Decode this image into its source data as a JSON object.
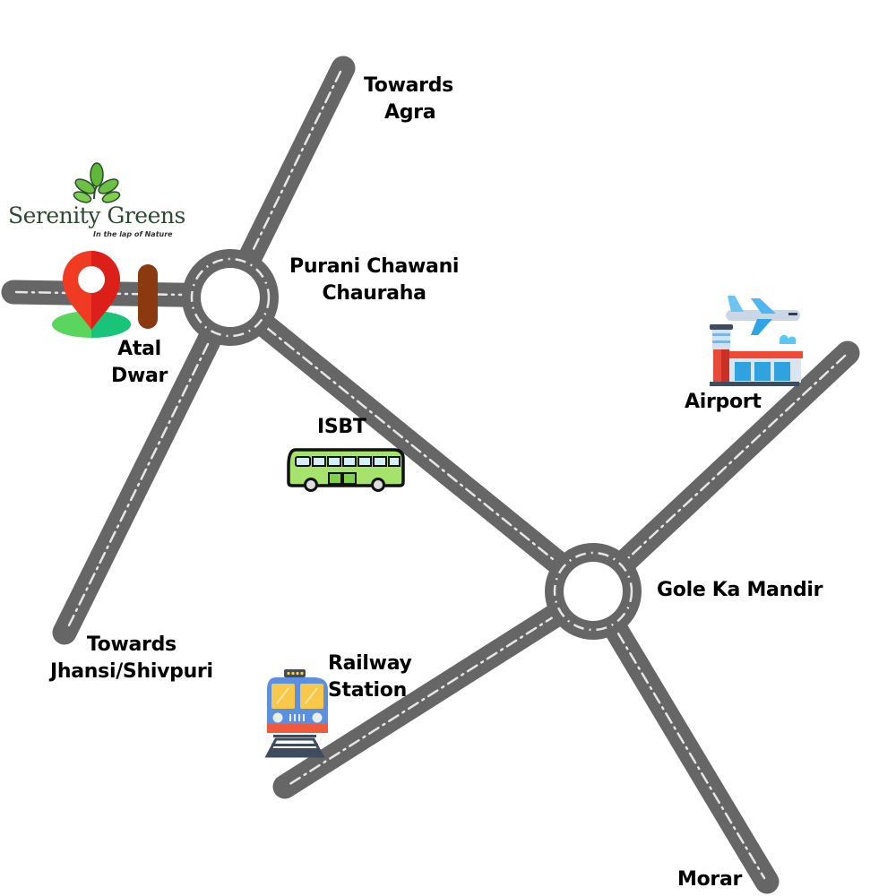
{
  "brand": {
    "name": "Serenity Greens",
    "tagline": "In the lap of Nature",
    "icon": "three-leaf-logo-icon",
    "color": "#2b4a2f"
  },
  "colors": {
    "road": "#666666",
    "road_marking": "#e6e6e6",
    "pin": "#e8261c",
    "pin_base": "#3ccf6e",
    "gate": "#8b3a0f"
  },
  "junctions": [
    {
      "id": "purani-chawani",
      "name_line1": "Purani Chawani",
      "name_line2": "Chauraha",
      "icon": "roundabout-icon"
    },
    {
      "id": "gole-ka-mandir",
      "name_line1": "Gole Ka Mandir",
      "icon": "roundabout-icon"
    }
  ],
  "destinations": {
    "agra": {
      "line1": "Towards",
      "line2": "Agra"
    },
    "jhansi": {
      "line1": "Towards",
      "line2": "Jhansi/Shivpuri"
    },
    "morar": {
      "line1": "Morar"
    }
  },
  "landmarks": {
    "atal_dwar": {
      "line1": "Atal",
      "line2": "Dwar",
      "icon": "gate-icon"
    },
    "project": {
      "icon": "location-pin-icon"
    },
    "isbt": {
      "label": "ISBT",
      "icon": "bus-icon"
    },
    "airport": {
      "label": "Airport",
      "icon": "airport-icon"
    },
    "railway": {
      "line1": "Railway",
      "line2": "Station",
      "icon": "train-icon"
    }
  }
}
